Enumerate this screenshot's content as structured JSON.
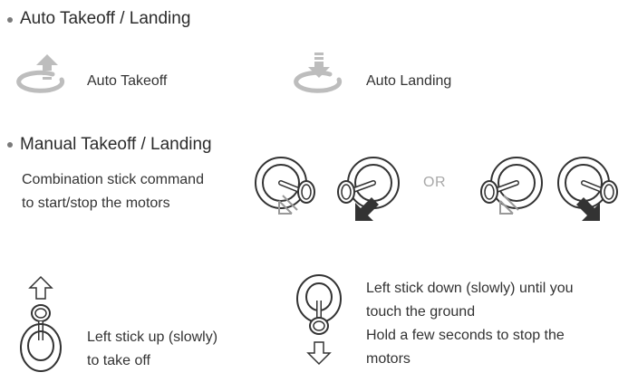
{
  "sections": {
    "auto": {
      "heading": "Auto Takeoff / Landing",
      "takeoff_label": "Auto Takeoff",
      "landing_label": "Auto Landing"
    },
    "manual": {
      "heading": "Manual Takeoff / Landing",
      "combination_lines": [
        "Combination stick command",
        "to start/stop the motors"
      ],
      "or_label": "OR",
      "takeoff_lines": [
        "Left stick up (slowly)",
        "to take off"
      ],
      "landing_lines": [
        "Left stick down (slowly) until you",
        "touch the ground",
        "Hold a few seconds to stop the",
        "motors"
      ]
    }
  },
  "icons": {
    "auto_takeoff": "takeoff-arrow-up-icon",
    "auto_landing": "landing-arrow-down-icon",
    "csc_1": "stick-down-left-icon",
    "csc_2": "stick-down-right-icon",
    "csc_3": "stick-down-left-icon",
    "csc_4": "stick-down-right-icon",
    "stick_up": "stick-up-icon",
    "stick_down": "stick-down-icon"
  },
  "colors": {
    "text": "#2b2b2b",
    "icon_gray": "#bdbdbd",
    "icon_dark": "#333333",
    "or_gray": "#a8a8a8"
  }
}
